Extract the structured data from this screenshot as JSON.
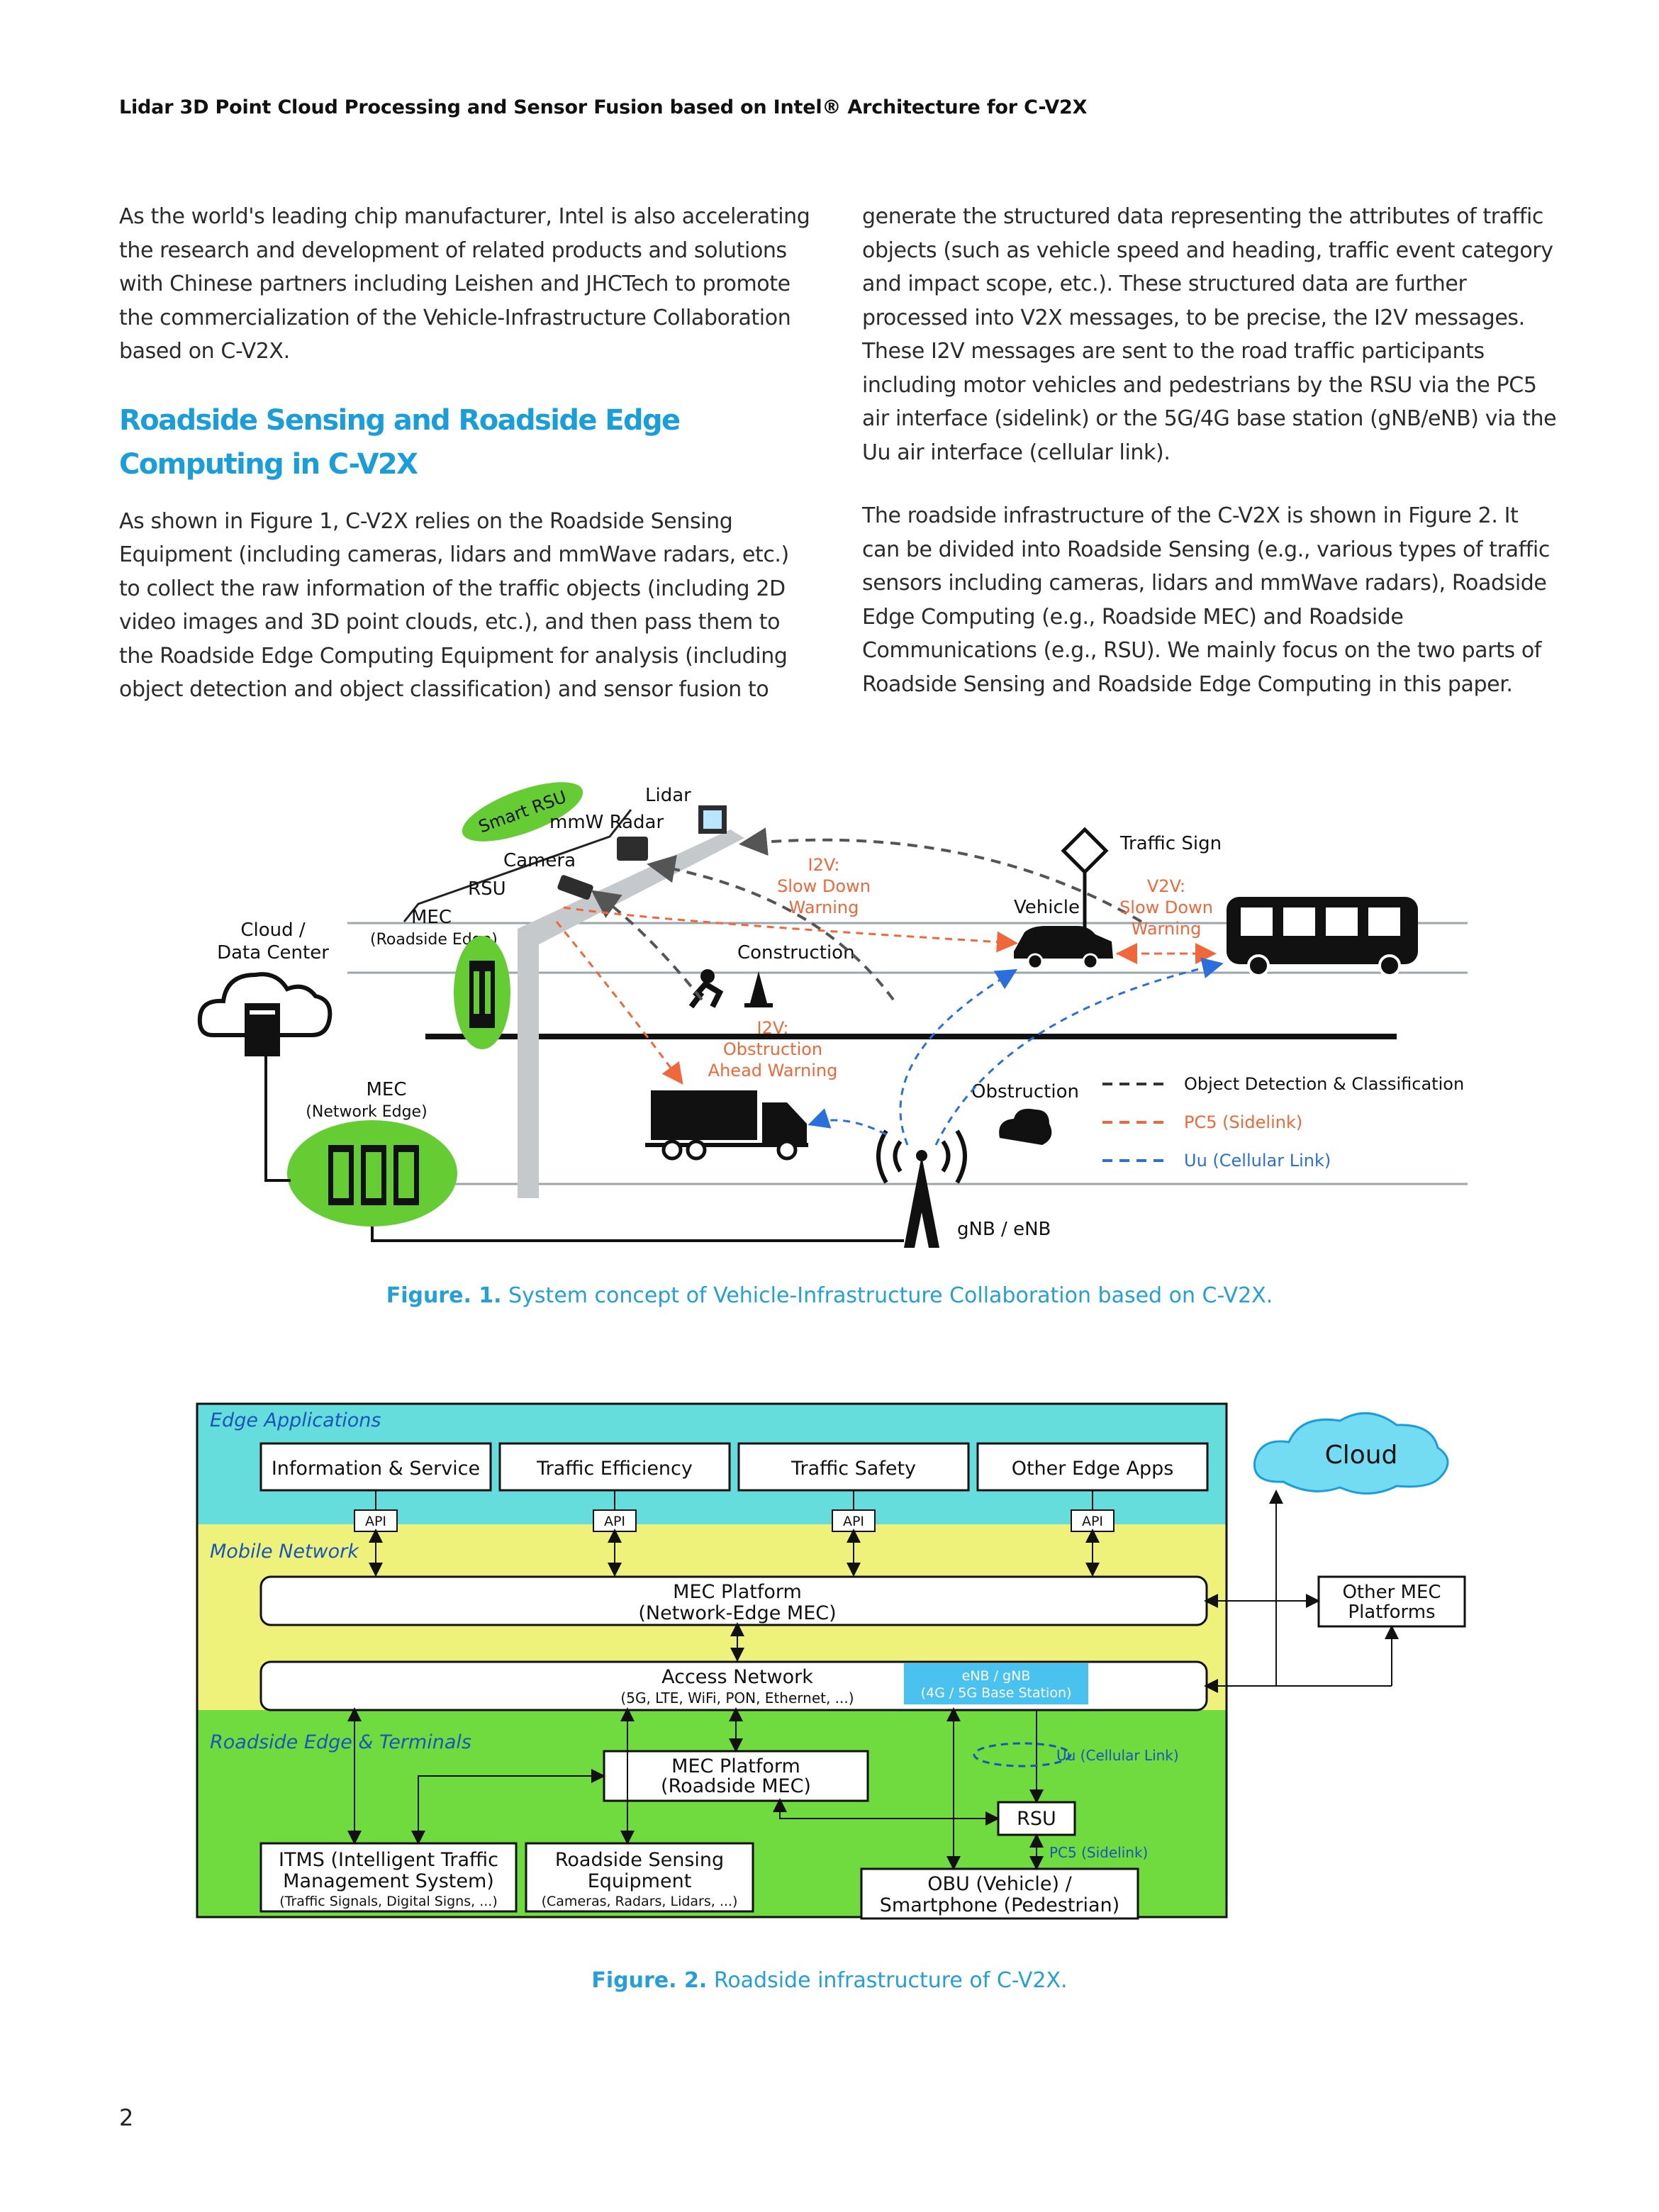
{
  "header": {
    "title": "Lidar 3D Point Cloud Processing and Sensor Fusion based on Intel® Architecture for C-V2X"
  },
  "left_column": {
    "para1": "As the world's leading chip manufacturer, Intel is also accelerating the research and development of related products and solutions with Chinese partners including Leishen and JHCTech to promote the commercialization of the Vehicle-Infrastructure Collaboration based on C-V2X.",
    "section_title": "Roadside Sensing and Roadside Edge Computing in C-V2X",
    "para2": "As shown in Figure 1, C-V2X relies on the Roadside Sensing Equipment (including cameras, lidars and mmWave radars, etc.) to collect the raw information of the traffic objects (including 2D video images and 3D point clouds, etc.), and then pass them to the Roadside Edge Computing Equipment for analysis (including object detection and object classification) and sensor fusion to"
  },
  "right_column": {
    "para1": "generate the structured data representing the attributes of traffic objects (such as vehicle speed and heading, traffic event category and impact scope, etc.). These structured data are further processed into V2X messages, to be precise, the I2V messages. These I2V messages are sent to the road traffic participants including motor vehicles and pedestrians by the RSU via the PC5 air interface (sidelink) or the 5G/4G base station (gNB/eNB) via the Uu air interface (cellular link).",
    "para2": "The roadside infrastructure of the C-V2X is shown in Figure 2. It can be divided into Roadside Sensing (e.g., various types of traffic sensors including cameras, lidars and mmWave radars), Roadside Edge Computing (e.g., Roadside MEC) and Roadside Communications (e.g., RSU). We mainly focus on the two parts of Roadside Sensing and Roadside Edge Computing in this paper."
  },
  "figure1": {
    "labels": {
      "smart_rsu": "Smart RSU",
      "lidar": "Lidar",
      "mmw_radar": "mmW Radar",
      "camera": "Camera",
      "rsu": "RSU",
      "mec": "MEC",
      "roadside_edge": "(Roadside Edge)",
      "cloud1": "Cloud /",
      "cloud2": "Data Center",
      "mec_network": "MEC",
      "network_edge": "(Network Edge)",
      "i2v_1": "I2V:",
      "slow_down": "Slow Down",
      "warning_1": "Warning",
      "construction": "Construction",
      "i2v_2": "I2V:",
      "obstruction_ahead": "Obstruction",
      "ahead_warning": "Ahead Warning",
      "obstruction": "Obstruction",
      "traffic_sign": "Traffic Sign",
      "vehicle": "Vehicle",
      "v2v": "V2V:",
      "slow_down_2": "Slow Down",
      "warning_2": "Warning",
      "gnb": "gNB / eNB"
    },
    "legend": [
      {
        "label": "Object Detection & Classification",
        "color": "#333333"
      },
      {
        "label": "PC5 (Sidelink)",
        "color": "#f0683a"
      },
      {
        "label": "Uu (Cellular Link)",
        "color": "#2a6fdb"
      }
    ],
    "caption_bold": "Figure. 1.",
    "caption_text": " System concept of Vehicle-Infrastructure Collaboration based on C-V2X."
  },
  "figure2": {
    "zones": {
      "edge_apps": "Edge Applications",
      "mobile_network": "Mobile Network",
      "roadside": "Roadside Edge & Terminals"
    },
    "apps": [
      "Information & Service",
      "Traffic Efficiency",
      "Traffic Safety",
      "Other Edge Apps"
    ],
    "api": "API",
    "cloud": "Cloud",
    "mec_platform_1": "MEC Platform",
    "mec_platform_1_sub": "(Network-Edge MEC)",
    "other_mec_1": "Other MEC",
    "other_mec_2": "Platforms",
    "access_network": "Access Network",
    "access_network_sub": "(5G, LTE, WiFi, PON, Ethernet, ...)",
    "enb_1": "eNB / gNB",
    "enb_2": "(4G / 5G Base Station)",
    "mec_platform_2": "MEC Platform",
    "mec_platform_2_sub": "(Roadside MEC)",
    "uu": "Uu (Cellular Link)",
    "rsu": "RSU",
    "pc5": "PC5 (Sidelink)",
    "itms_1": "ITMS (Intelligent Traffic",
    "itms_2": "Management System)",
    "itms_3": "(Traffic Signals, Digital Signs, ...)",
    "rse_1": "Roadside Sensing",
    "rse_2": "Equipment",
    "rse_3": "(Cameras, Radars, Lidars, ...)",
    "obu_1": "OBU (Vehicle) /",
    "obu_2": "Smartphone (Pedestrian)",
    "caption_bold": "Figure. 2.",
    "caption_text": " Roadside infrastructure of C-V2X."
  },
  "page_number": "2"
}
